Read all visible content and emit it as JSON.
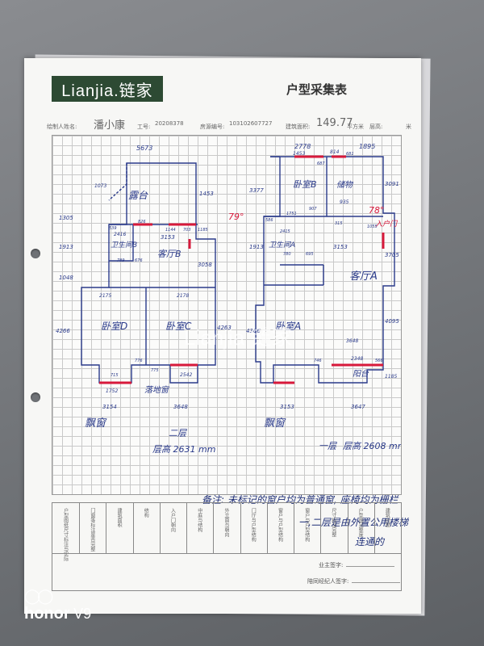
{
  "header": {
    "logo_text": "Lianjia.链家",
    "title": "户型采集表"
  },
  "fields": {
    "agent_label": "绘制人姓名:",
    "agent_value": "潘小康",
    "id_label": "工号:",
    "id_value": "20208378",
    "house_label": "房源编号:",
    "house_value": "103102607727",
    "area_label": "建筑面积:",
    "area_value": "149.77",
    "area_unit": "平方米",
    "height_label": "层高:",
    "height_unit": "米"
  },
  "floor2": {
    "rooms": {
      "terrace": "露台",
      "bathroom": "卫生间B",
      "living": "客厅B",
      "bedroom_d": "卧室D",
      "bedroom_c": "卧室C",
      "bay": "落地窗",
      "window": "飘窗"
    },
    "dims": {
      "top": "5673",
      "d1073": "1073",
      "d1305": "1305",
      "d1453": "1453",
      "d1913": "1913",
      "d1048": "1048",
      "d4266": "4266",
      "d3058": "3058",
      "d4263": "4263",
      "d2416": "2416",
      "d3153": "3153",
      "d539": "539",
      "d826": "826",
      "d1144": "1144",
      "d703": "703",
      "d1185": "1185",
      "d789": "789",
      "d676": "676",
      "d2175": "2175",
      "d2178": "2178",
      "d776": "776",
      "d775": "775",
      "d715": "715",
      "d1752": "1752",
      "d2542": "2542",
      "d3154": "3154",
      "d3648": "3648",
      "angle": "79°"
    },
    "caption": "二层",
    "height_note": "层高 2631 mm"
  },
  "floor1": {
    "rooms": {
      "bedroom_b": "卧室B",
      "storage": "储物",
      "bathroom": "卫生间A",
      "living": "客厅A",
      "bedroom_a": "卧室A",
      "balcony": "阳台",
      "window": "飘窗",
      "entrance": "入户门"
    },
    "dims": {
      "d2778": "2778",
      "d1895": "1895",
      "d1453": "1453",
      "d814": "814",
      "d681": "681",
      "d687": "687",
      "d3377": "3377",
      "d3091": "3091",
      "d935": "935",
      "d1751": "1751",
      "d907": "907",
      "d315": "315",
      "d586": "586",
      "d2415": "2415",
      "d1055": "1055",
      "d1913": "1913",
      "d3153": "3153",
      "d780": "780",
      "d695": "695",
      "d3705": "3705",
      "d4366": "4366",
      "d4095": "4095",
      "d3648": "3648",
      "d2348": "2348",
      "d746": "746",
      "d566": "566",
      "d1185": "1185",
      "d3153b": "3153",
      "d3647": "3647",
      "angle": "78°"
    },
    "caption": "一层",
    "height_note": "层高 2608 mm"
  },
  "notes": {
    "line1": "备注: 未标记的窗户均为普通窗, 座椅均为栅栏",
    "line2": "一,二层是由外置公用楼梯",
    "line3": "连通的"
  },
  "table": {
    "columns": [
      "户型图纸尺寸标注与实际",
      "门窗等标注是否完整",
      "建筑面积",
      "结构",
      "入户门朝向",
      "中庭与结构",
      "外立面与朝向",
      "门厅与户型结构",
      "窗户与户型结构",
      "窗户与户型结构",
      "尺寸标注完整",
      "户型图完整度",
      "建筑问题"
    ],
    "owner_sign": "业主签字:",
    "agent_sign": "陪同经纪人签字:"
  },
  "watermark": "Lianjia 链家",
  "camera": {
    "brand": "honor",
    "model": "V9"
  },
  "colors": {
    "ink": "#2a3a8a",
    "red_mark": "#d7193b",
    "logo_bg": "#2d4a33"
  }
}
